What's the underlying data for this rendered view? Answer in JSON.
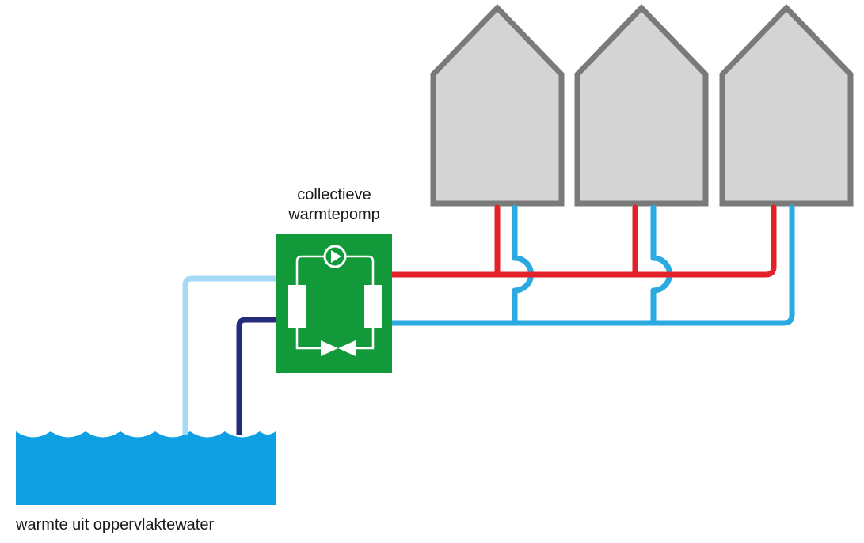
{
  "labels": {
    "pump_line1": "collectieve",
    "pump_line2": "warmtepomp",
    "water": "warmte uit oppervlaktewater"
  },
  "colors": {
    "background": "#ffffff",
    "house_fill": "#d4d4d4",
    "house_stroke": "#7a7a7a",
    "pump_box": "#129a3a",
    "pump_symbols": "#ffffff",
    "supply_pipe": "#e32129",
    "return_pipe": "#2ba9e1",
    "water_in_pipe": "#a6daf4",
    "water_out_pipe": "#262a7a",
    "water": "#0f9fe3"
  },
  "icons": {
    "houses": "house-icon",
    "pump": "circulation-pump-icon",
    "valve": "expansion-valve-icon",
    "heat_exchangers": "heat-exchanger-icon"
  }
}
